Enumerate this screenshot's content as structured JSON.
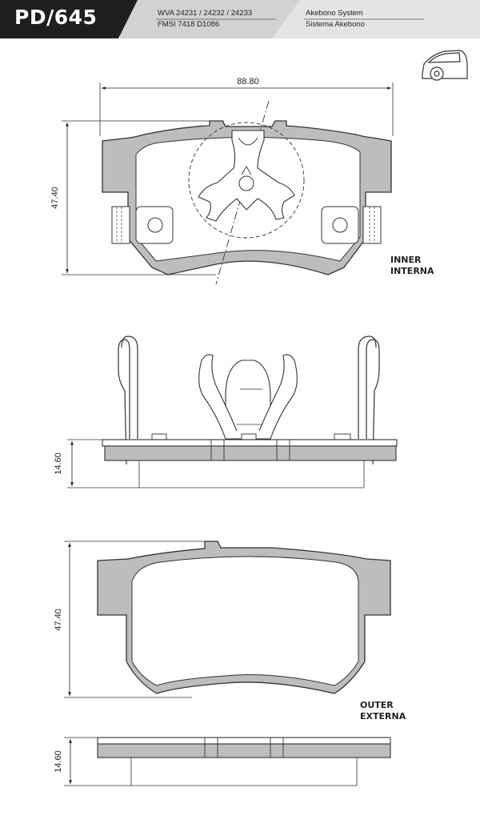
{
  "header": {
    "product_code": "PD/645",
    "refs_line1": "WVA 24231 / 24232 / 24233",
    "refs_line2": "FMSI 7418 D1086",
    "system_line1": "Akebono System",
    "system_line2": "Sistema Akebono"
  },
  "dimensions": {
    "width_top": "88.80",
    "height_inner": "47.40",
    "thickness_inner": "14.60",
    "height_outer": "47.40",
    "thickness_outer": "14.60"
  },
  "labels": {
    "inner_en": "INNER",
    "inner_es": "INTERNA",
    "outer_en": "OUTER",
    "outer_es": "EXTERNA"
  },
  "icons": {
    "vehicle": "car-rear-wheel-icon"
  },
  "colors": {
    "header_dark": "#1f1f1f",
    "header_grey": "#c9c9c9",
    "pad_fill": "#bdbdbd",
    "outline": "#333333"
  }
}
